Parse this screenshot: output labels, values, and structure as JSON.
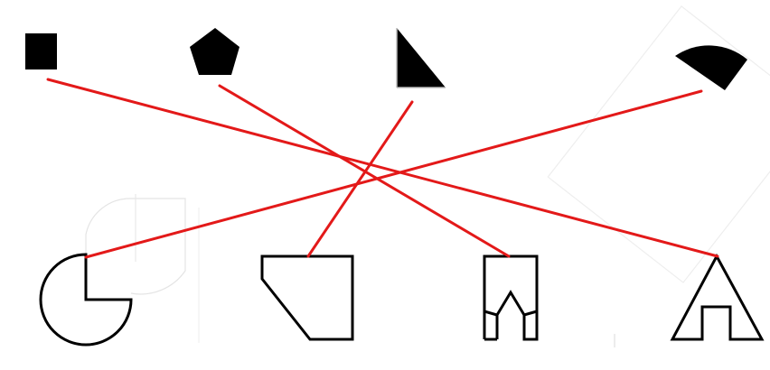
{
  "diagram": {
    "type": "shape-matching",
    "colors": {
      "line": "#e31919",
      "shape_fill": "#000000",
      "outline": "#000000",
      "background": "#ffffff",
      "ghost": "#e4e4e4"
    },
    "top_shapes": [
      {
        "id": "square",
        "name": "filled-square-shape"
      },
      {
        "id": "pentagon",
        "name": "filled-pentagon-shape"
      },
      {
        "id": "triangle",
        "name": "filled-right-triangle-shape"
      },
      {
        "id": "sector",
        "name": "filled-circular-sector-shape"
      }
    ],
    "bottom_shapes": [
      {
        "id": "pacman",
        "name": "outline-three-quarter-circle-shape"
      },
      {
        "id": "quad",
        "name": "outline-cut-corner-polygon-shape"
      },
      {
        "id": "notched",
        "name": "outline-notched-rectangle-shape"
      },
      {
        "id": "arch",
        "name": "outline-arch-triangle-shape"
      }
    ],
    "connections": [
      {
        "from": "square",
        "to": "arch"
      },
      {
        "from": "pentagon",
        "to": "notched"
      },
      {
        "from": "triangle",
        "to": "quad"
      },
      {
        "from": "sector",
        "to": "pacman"
      }
    ]
  }
}
